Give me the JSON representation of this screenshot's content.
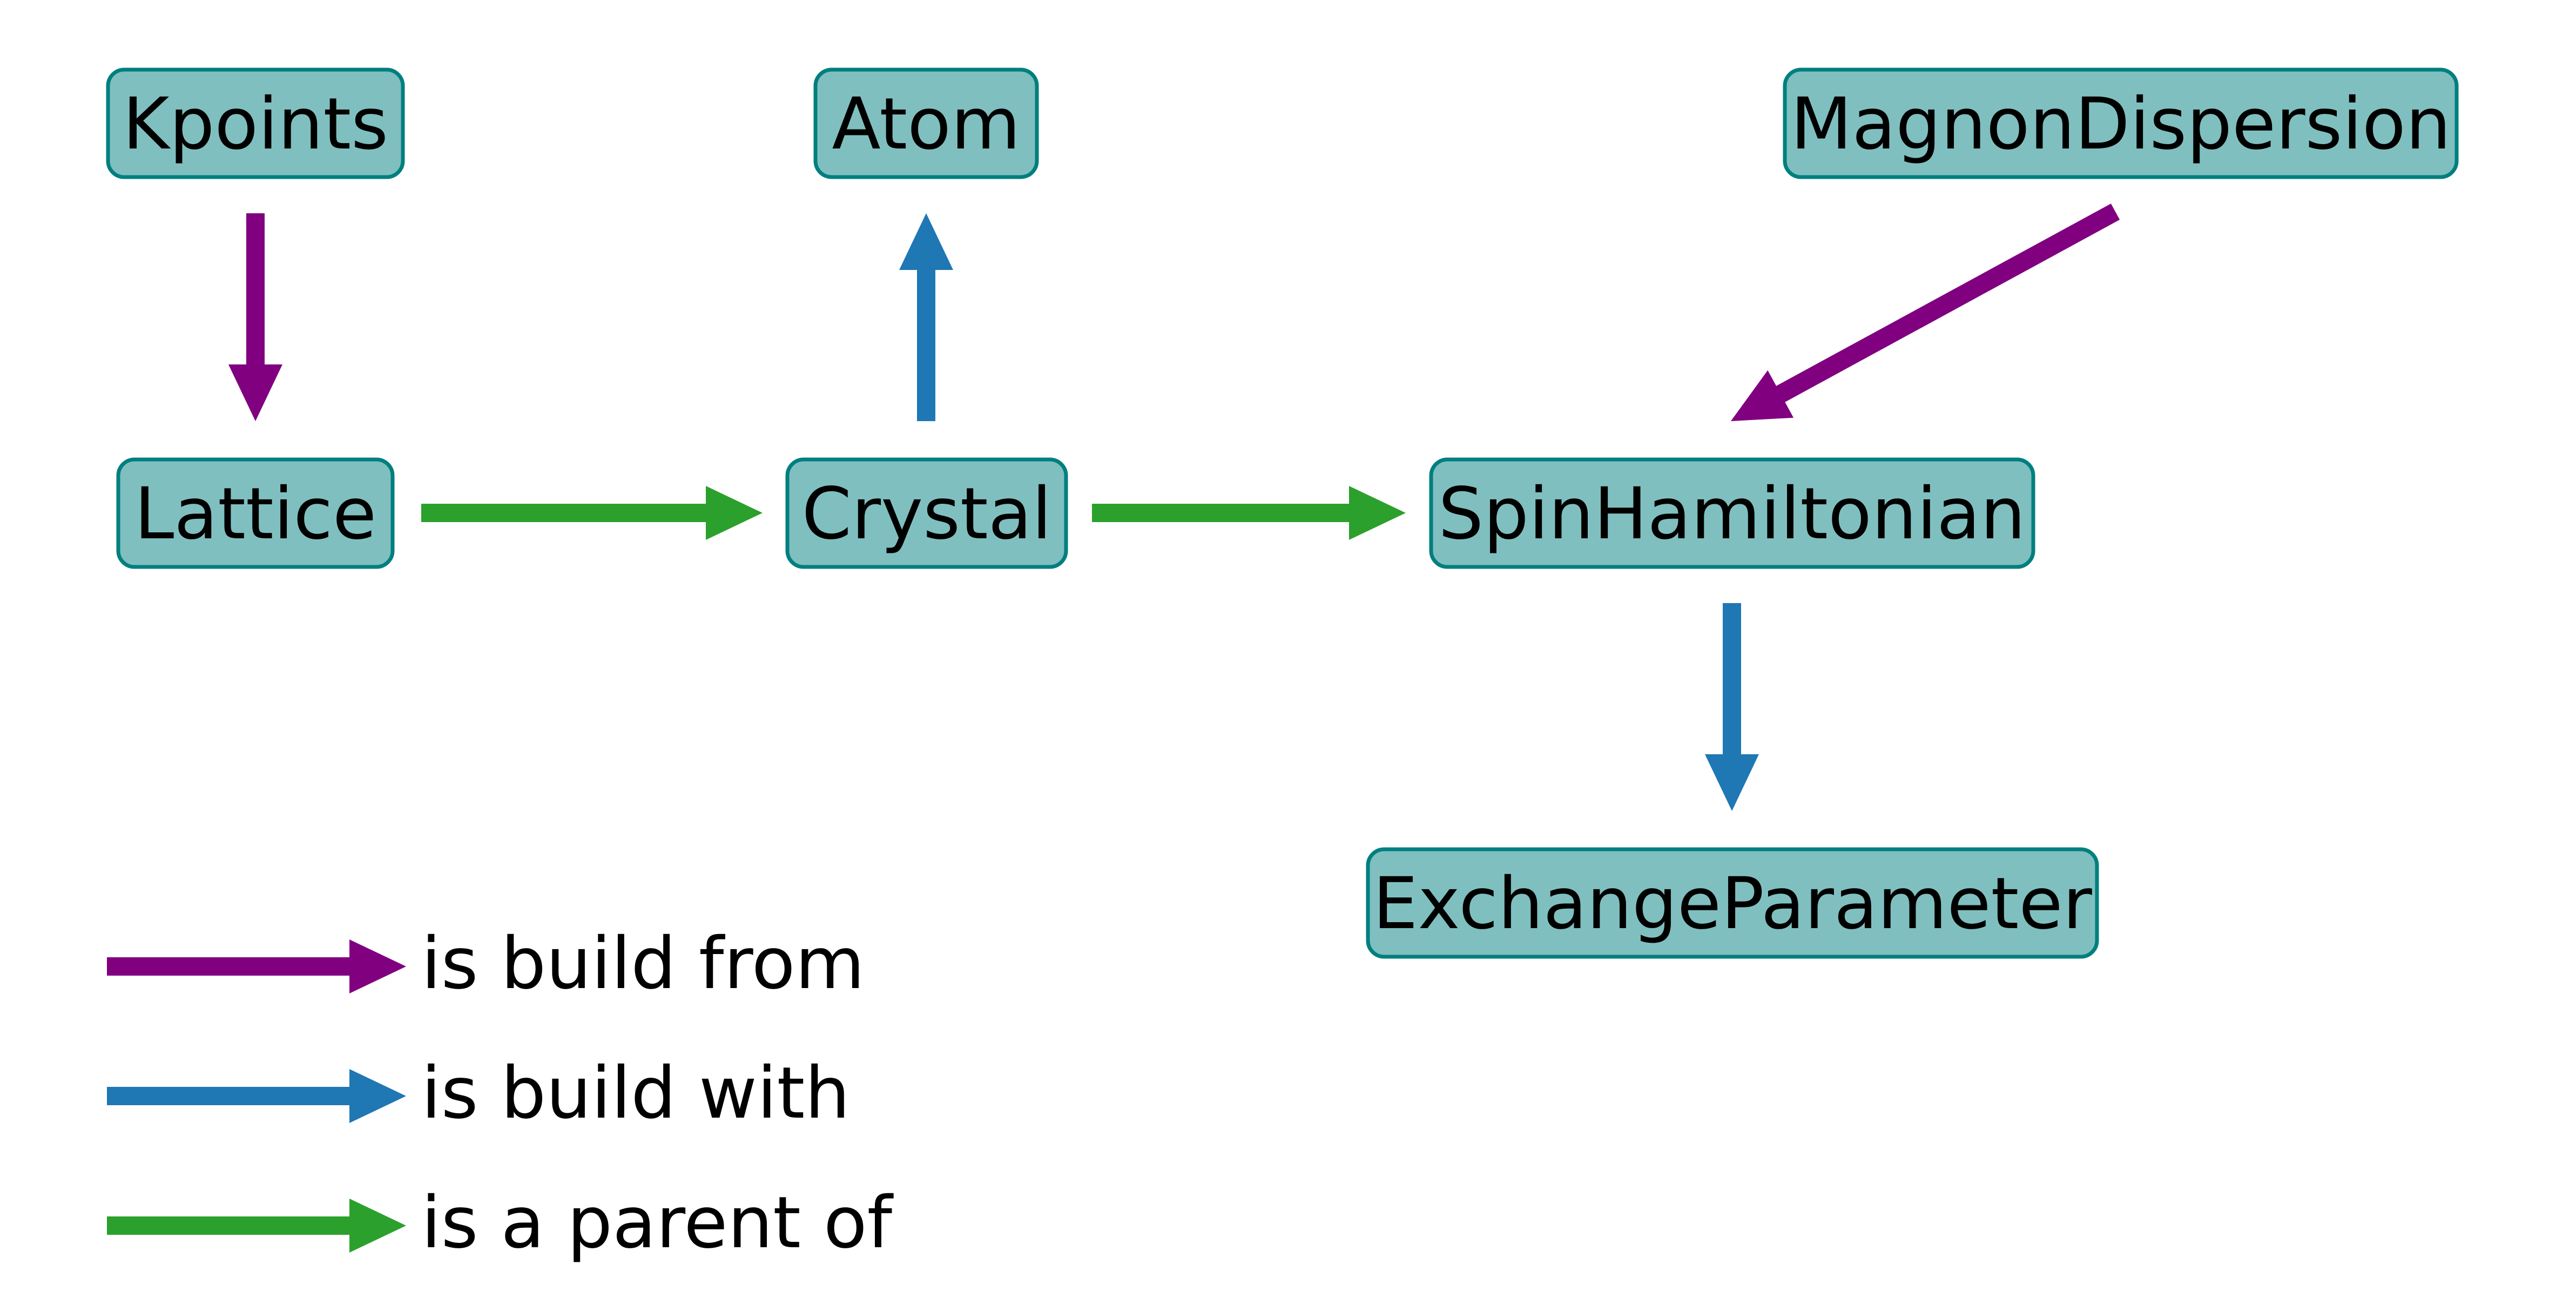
{
  "colors": {
    "node_fill": "#80bfbf",
    "node_stroke": "#007f7f",
    "build_from": "#800080",
    "build_with": "#1f77b4",
    "parent_of": "#2ca02c"
  },
  "nodes": {
    "kpoints": "Kpoints",
    "atom": "Atom",
    "magnon_dispersion": "MagnonDispersion",
    "lattice": "Lattice",
    "crystal": "Crystal",
    "spin_hamiltonian": "SpinHamiltonian",
    "exchange_parameter": "ExchangeParameter"
  },
  "edges": [
    {
      "from": "Kpoints",
      "to": "Lattice",
      "relation": "is build from"
    },
    {
      "from": "Crystal",
      "to": "Atom",
      "relation": "is build with"
    },
    {
      "from": "MagnonDispersion",
      "to": "SpinHamiltonian",
      "relation": "is build from"
    },
    {
      "from": "Lattice",
      "to": "Crystal",
      "relation": "is a parent of"
    },
    {
      "from": "Crystal",
      "to": "SpinHamiltonian",
      "relation": "is a parent of"
    },
    {
      "from": "SpinHamiltonian",
      "to": "ExchangeParameter",
      "relation": "is build with"
    }
  ],
  "legend": {
    "build_from": "is build from",
    "build_with": "is build with",
    "parent_of": "is a parent of"
  }
}
